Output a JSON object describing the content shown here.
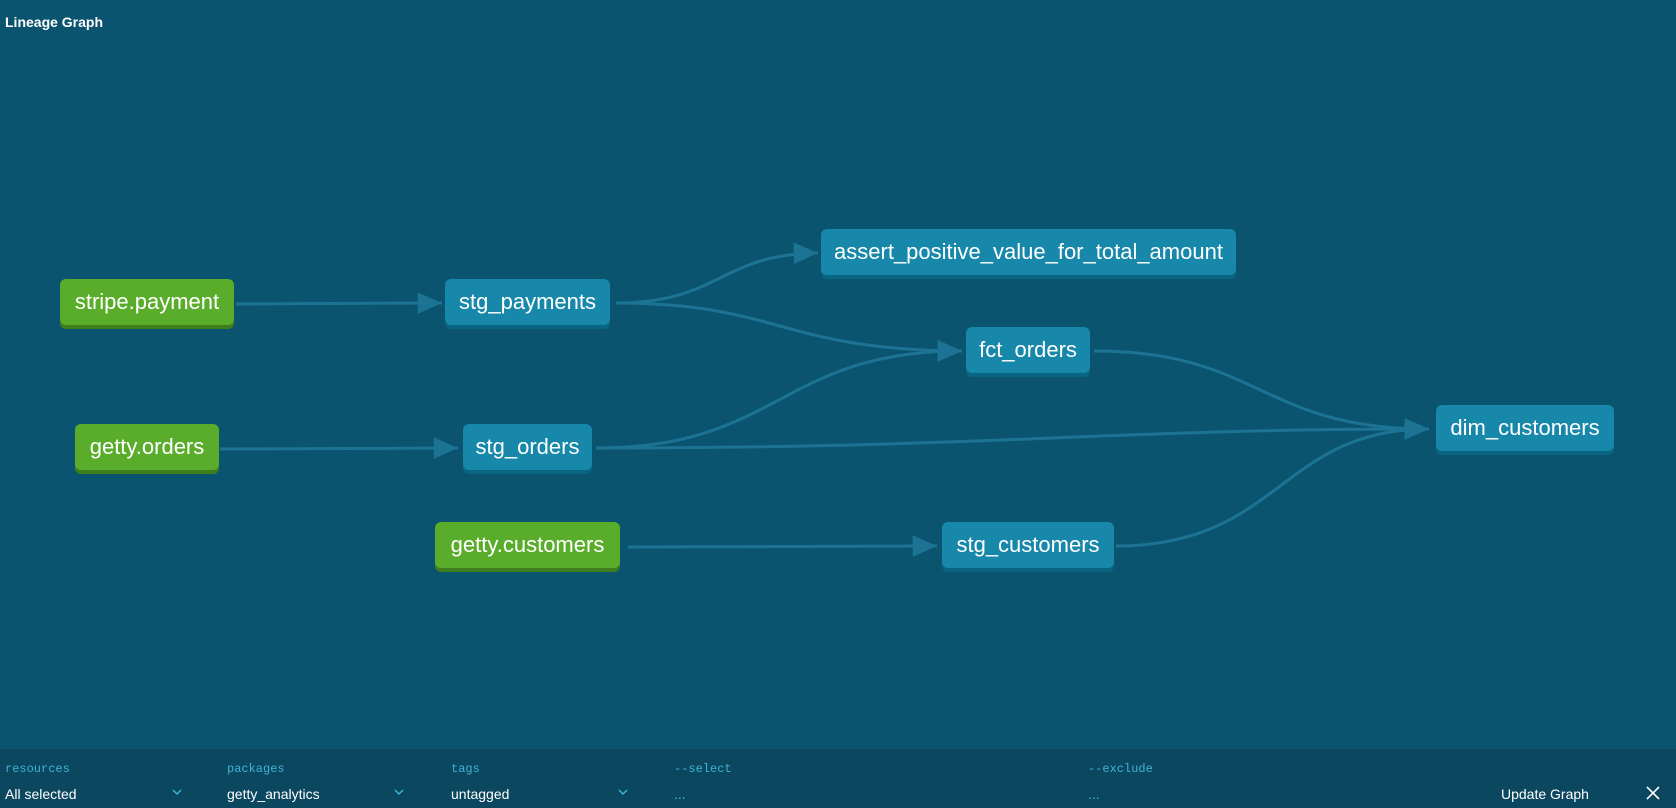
{
  "header": {
    "title": "Lineage Graph"
  },
  "graph": {
    "nodes": {
      "stripe_payment": "stripe.payment",
      "getty_orders": "getty.orders",
      "getty_customers": "getty.customers",
      "stg_payments": "stg_payments",
      "stg_orders": "stg_orders",
      "stg_customers": "stg_customers",
      "assert_positive": "assert_positive_value_for_total_amount",
      "fct_orders": "fct_orders",
      "dim_customers": "dim_customers"
    },
    "edges": [
      [
        "stripe.payment",
        "stg_payments"
      ],
      [
        "getty.orders",
        "stg_orders"
      ],
      [
        "getty.customers",
        "stg_customers"
      ],
      [
        "stg_payments",
        "assert_positive_value_for_total_amount"
      ],
      [
        "stg_payments",
        "fct_orders"
      ],
      [
        "stg_orders",
        "fct_orders"
      ],
      [
        "stg_orders",
        "dim_customers"
      ],
      [
        "fct_orders",
        "dim_customers"
      ],
      [
        "stg_customers",
        "dim_customers"
      ]
    ],
    "colors": {
      "model": "#1787aa",
      "source": "#5aad2b",
      "edge": "#1c7393",
      "background": "#0b5470"
    }
  },
  "filters": {
    "resources": {
      "label": "resources",
      "value": "All selected"
    },
    "packages": {
      "label": "packages",
      "value": "getty_analytics"
    },
    "tags": {
      "label": "tags",
      "value": "untagged"
    },
    "select": {
      "label": "--select",
      "placeholder": "..."
    },
    "exclude": {
      "label": "--exclude",
      "placeholder": "..."
    },
    "update_label": "Update Graph"
  }
}
